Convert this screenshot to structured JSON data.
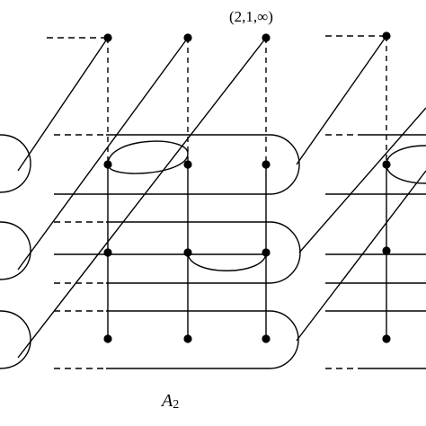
{
  "diagram": {
    "point_label": "(2,1,∞)",
    "graph_label_letter": "A",
    "graph_label_subscript": "2"
  },
  "colors": {
    "stroke": "#000000",
    "node": "#000000",
    "background": "#ffffff"
  }
}
